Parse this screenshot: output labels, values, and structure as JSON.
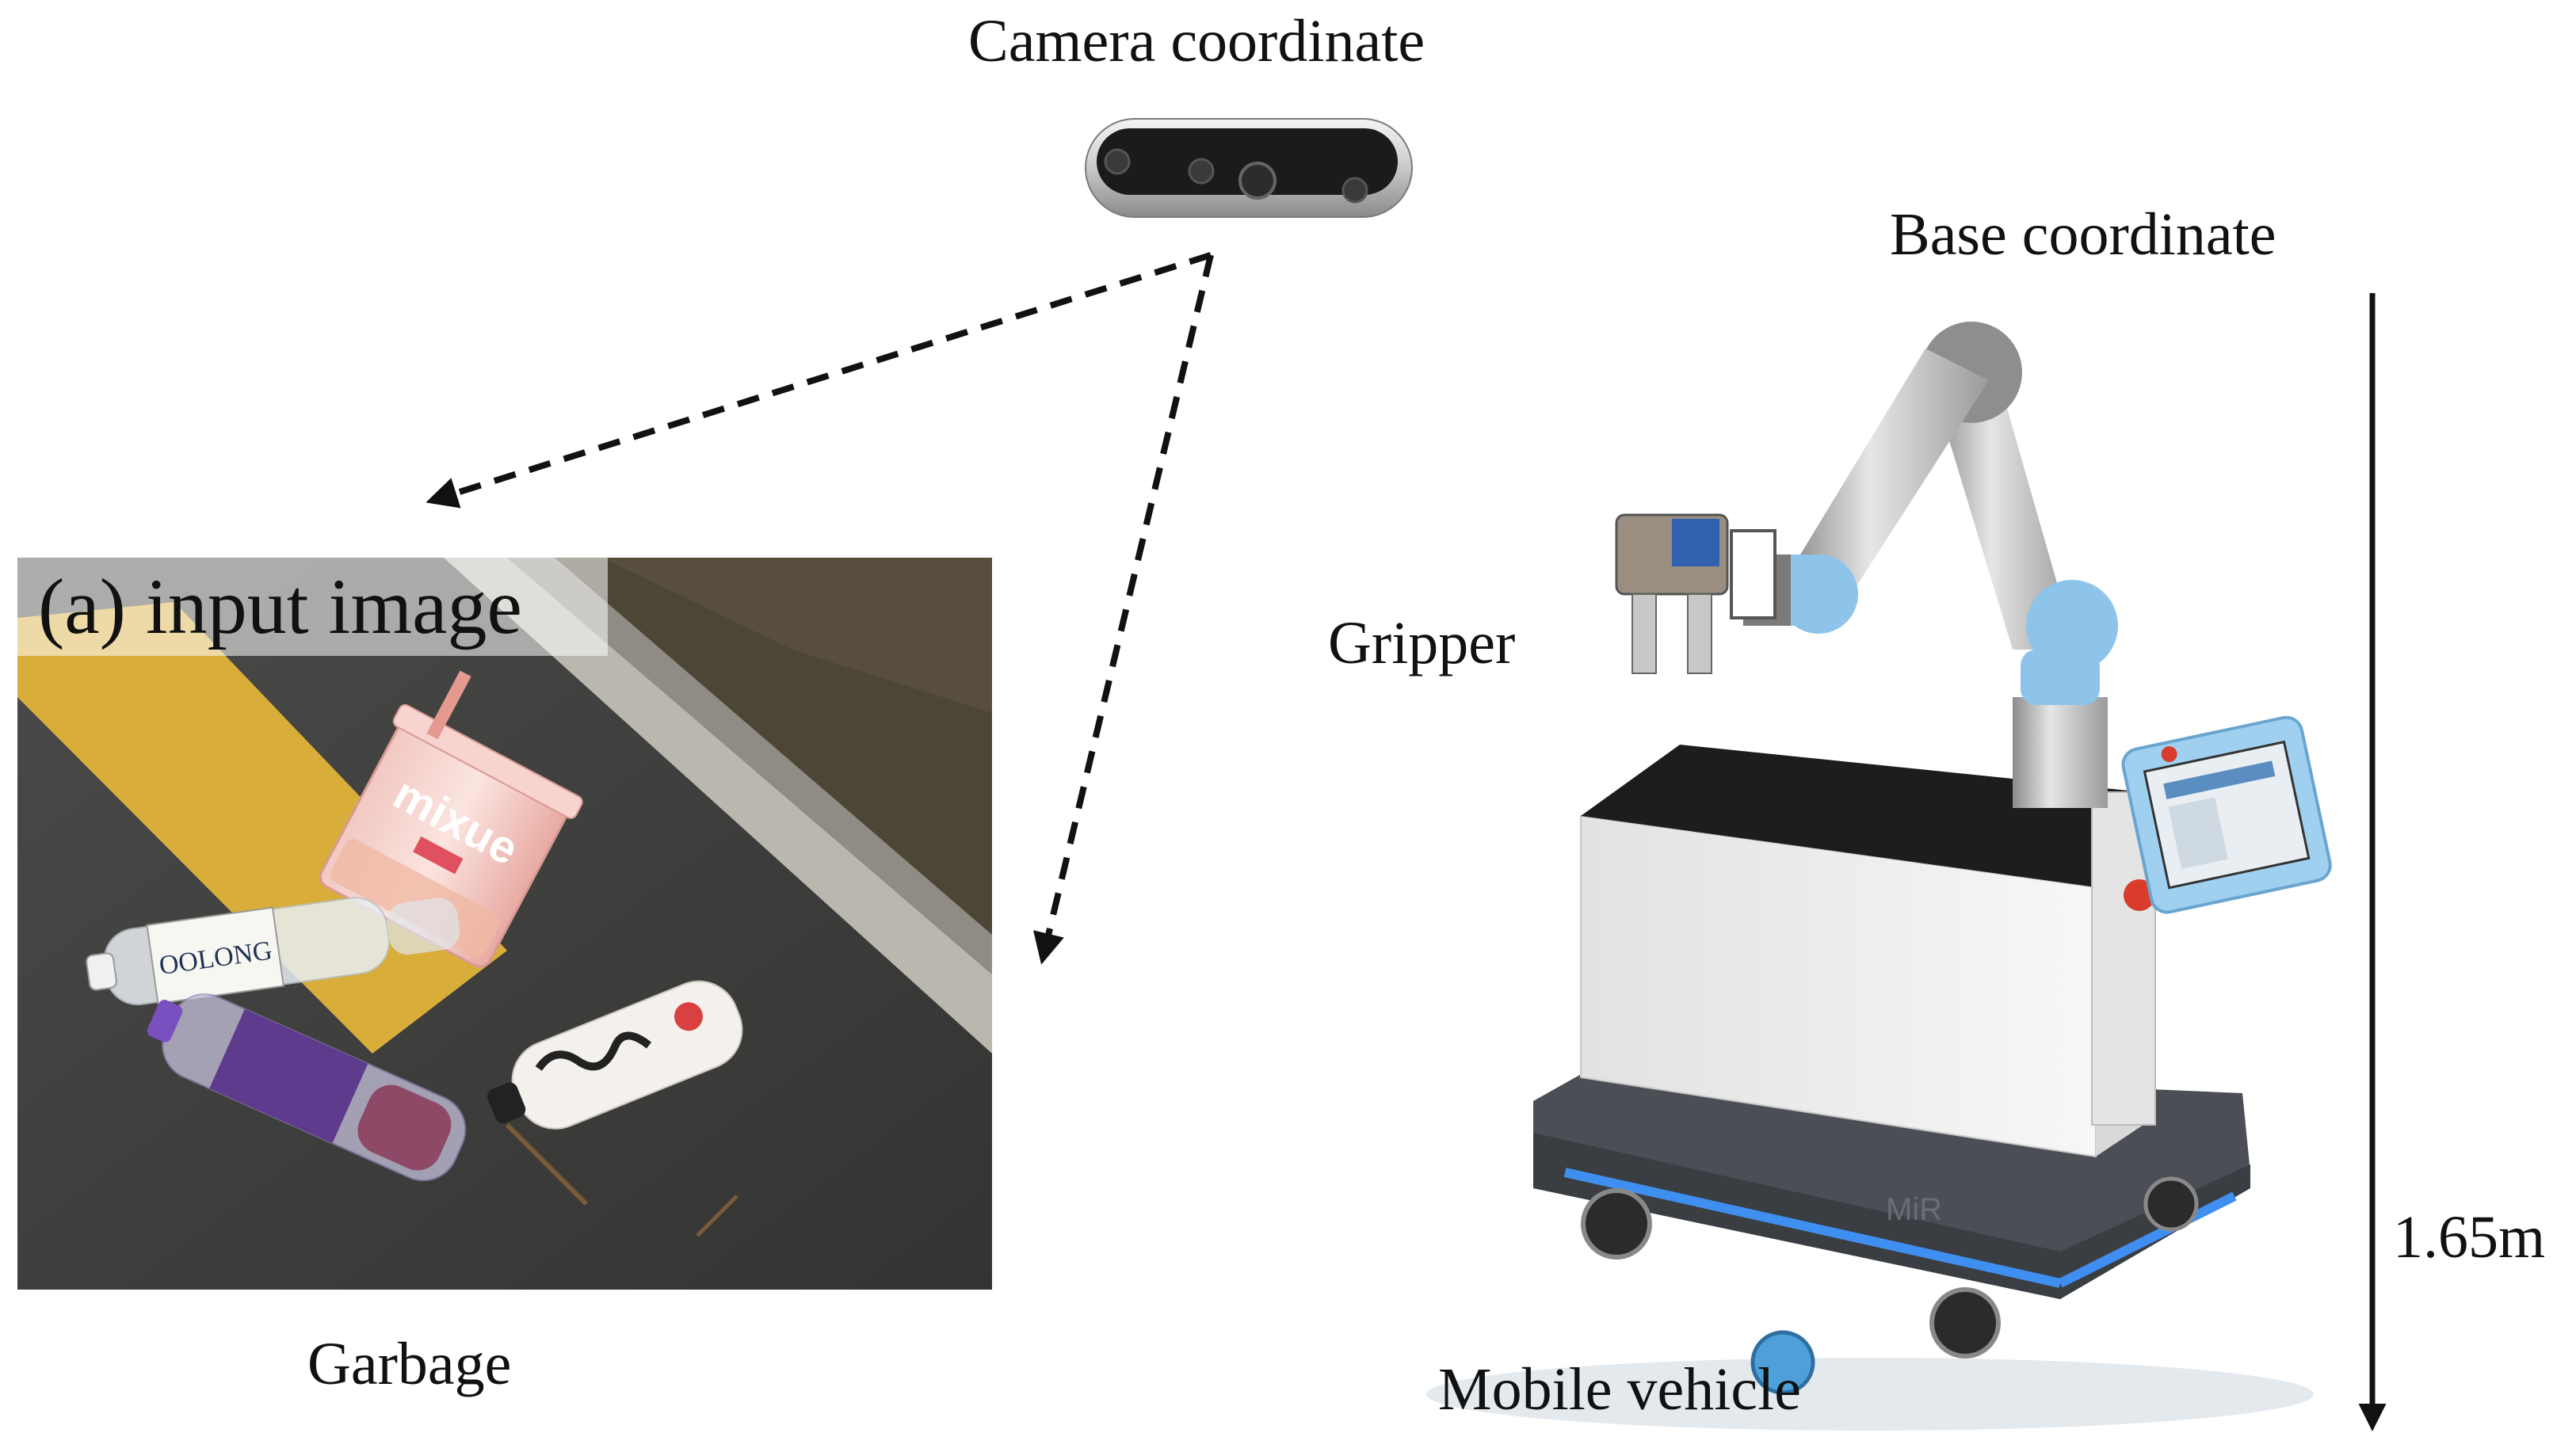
{
  "labels": {
    "camera": "Camera coordinate",
    "base": "Base coordinate",
    "gripper": "Gripper",
    "garbage": "Garbage",
    "mobile_vehicle": "Mobile vehicle",
    "height": "1.65m"
  },
  "photo": {
    "caption": "(a) input image",
    "cup_text": "mixue",
    "bottle_text": "OOLONG"
  },
  "robot": {
    "base_text": "MiR"
  },
  "colors": {
    "asphalt": "#3f3f3f",
    "road_line": "#e2b437",
    "robot_accent": "#8fc4ea",
    "robot_light": "#3f8ff0",
    "robot_body": "#ececec",
    "robot_base": "#4a4e54"
  }
}
